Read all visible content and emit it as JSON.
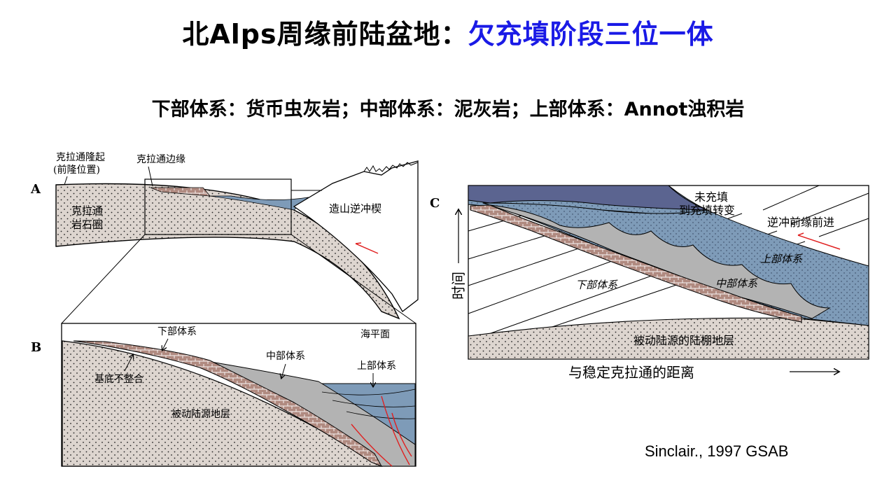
{
  "title": {
    "main": "北Alps周缘前陆盆地：",
    "highlight": "欠充填阶段三位一体"
  },
  "subtitle": "下部体系：货币虫灰岩；中部体系：泥灰岩；上部体系：Annot浊积岩",
  "citation": "Sinclair., 1997 GSAB",
  "panel_a": {
    "letter": "A",
    "forebulge_label_1": "克拉通隆起",
    "forebulge_label_2": "(前隆位置)",
    "margin_label": "克拉通边缘",
    "lithosphere_label_1": "克拉通",
    "lithosphere_label_2": "岩石圈",
    "wedge_label": "造山逆冲楔"
  },
  "panel_b": {
    "letter": "B",
    "lower_system": "下部体系",
    "sea_level": "海平面",
    "middle_system": "中部体系",
    "upper_system": "上部体系",
    "unconformity": "基底不整合",
    "passive_strata": "被动陆源地层"
  },
  "panel_c": {
    "letter": "C",
    "transition_1": "未充填",
    "transition_2": "到充填转变",
    "thrust_advance": "逆冲前缘前进",
    "time_axis": "时间",
    "upper_system": "上部体系",
    "lower_system": "下部体系",
    "middle_system": "中部体系",
    "shelf_strata": "被动陆源的陆棚地层",
    "distance_axis": "与稳定克拉通的距离"
  },
  "colors": {
    "title_blue": "#1a1ae6",
    "stipple_fill": "#ddd5cf",
    "limestone_brick": "#b08a80",
    "marl_grey": "#b3b3b3",
    "turbidite_blue": "#7e9bb8",
    "underfilled_purple": "#5b6490",
    "thrust_red": "#e02020"
  }
}
